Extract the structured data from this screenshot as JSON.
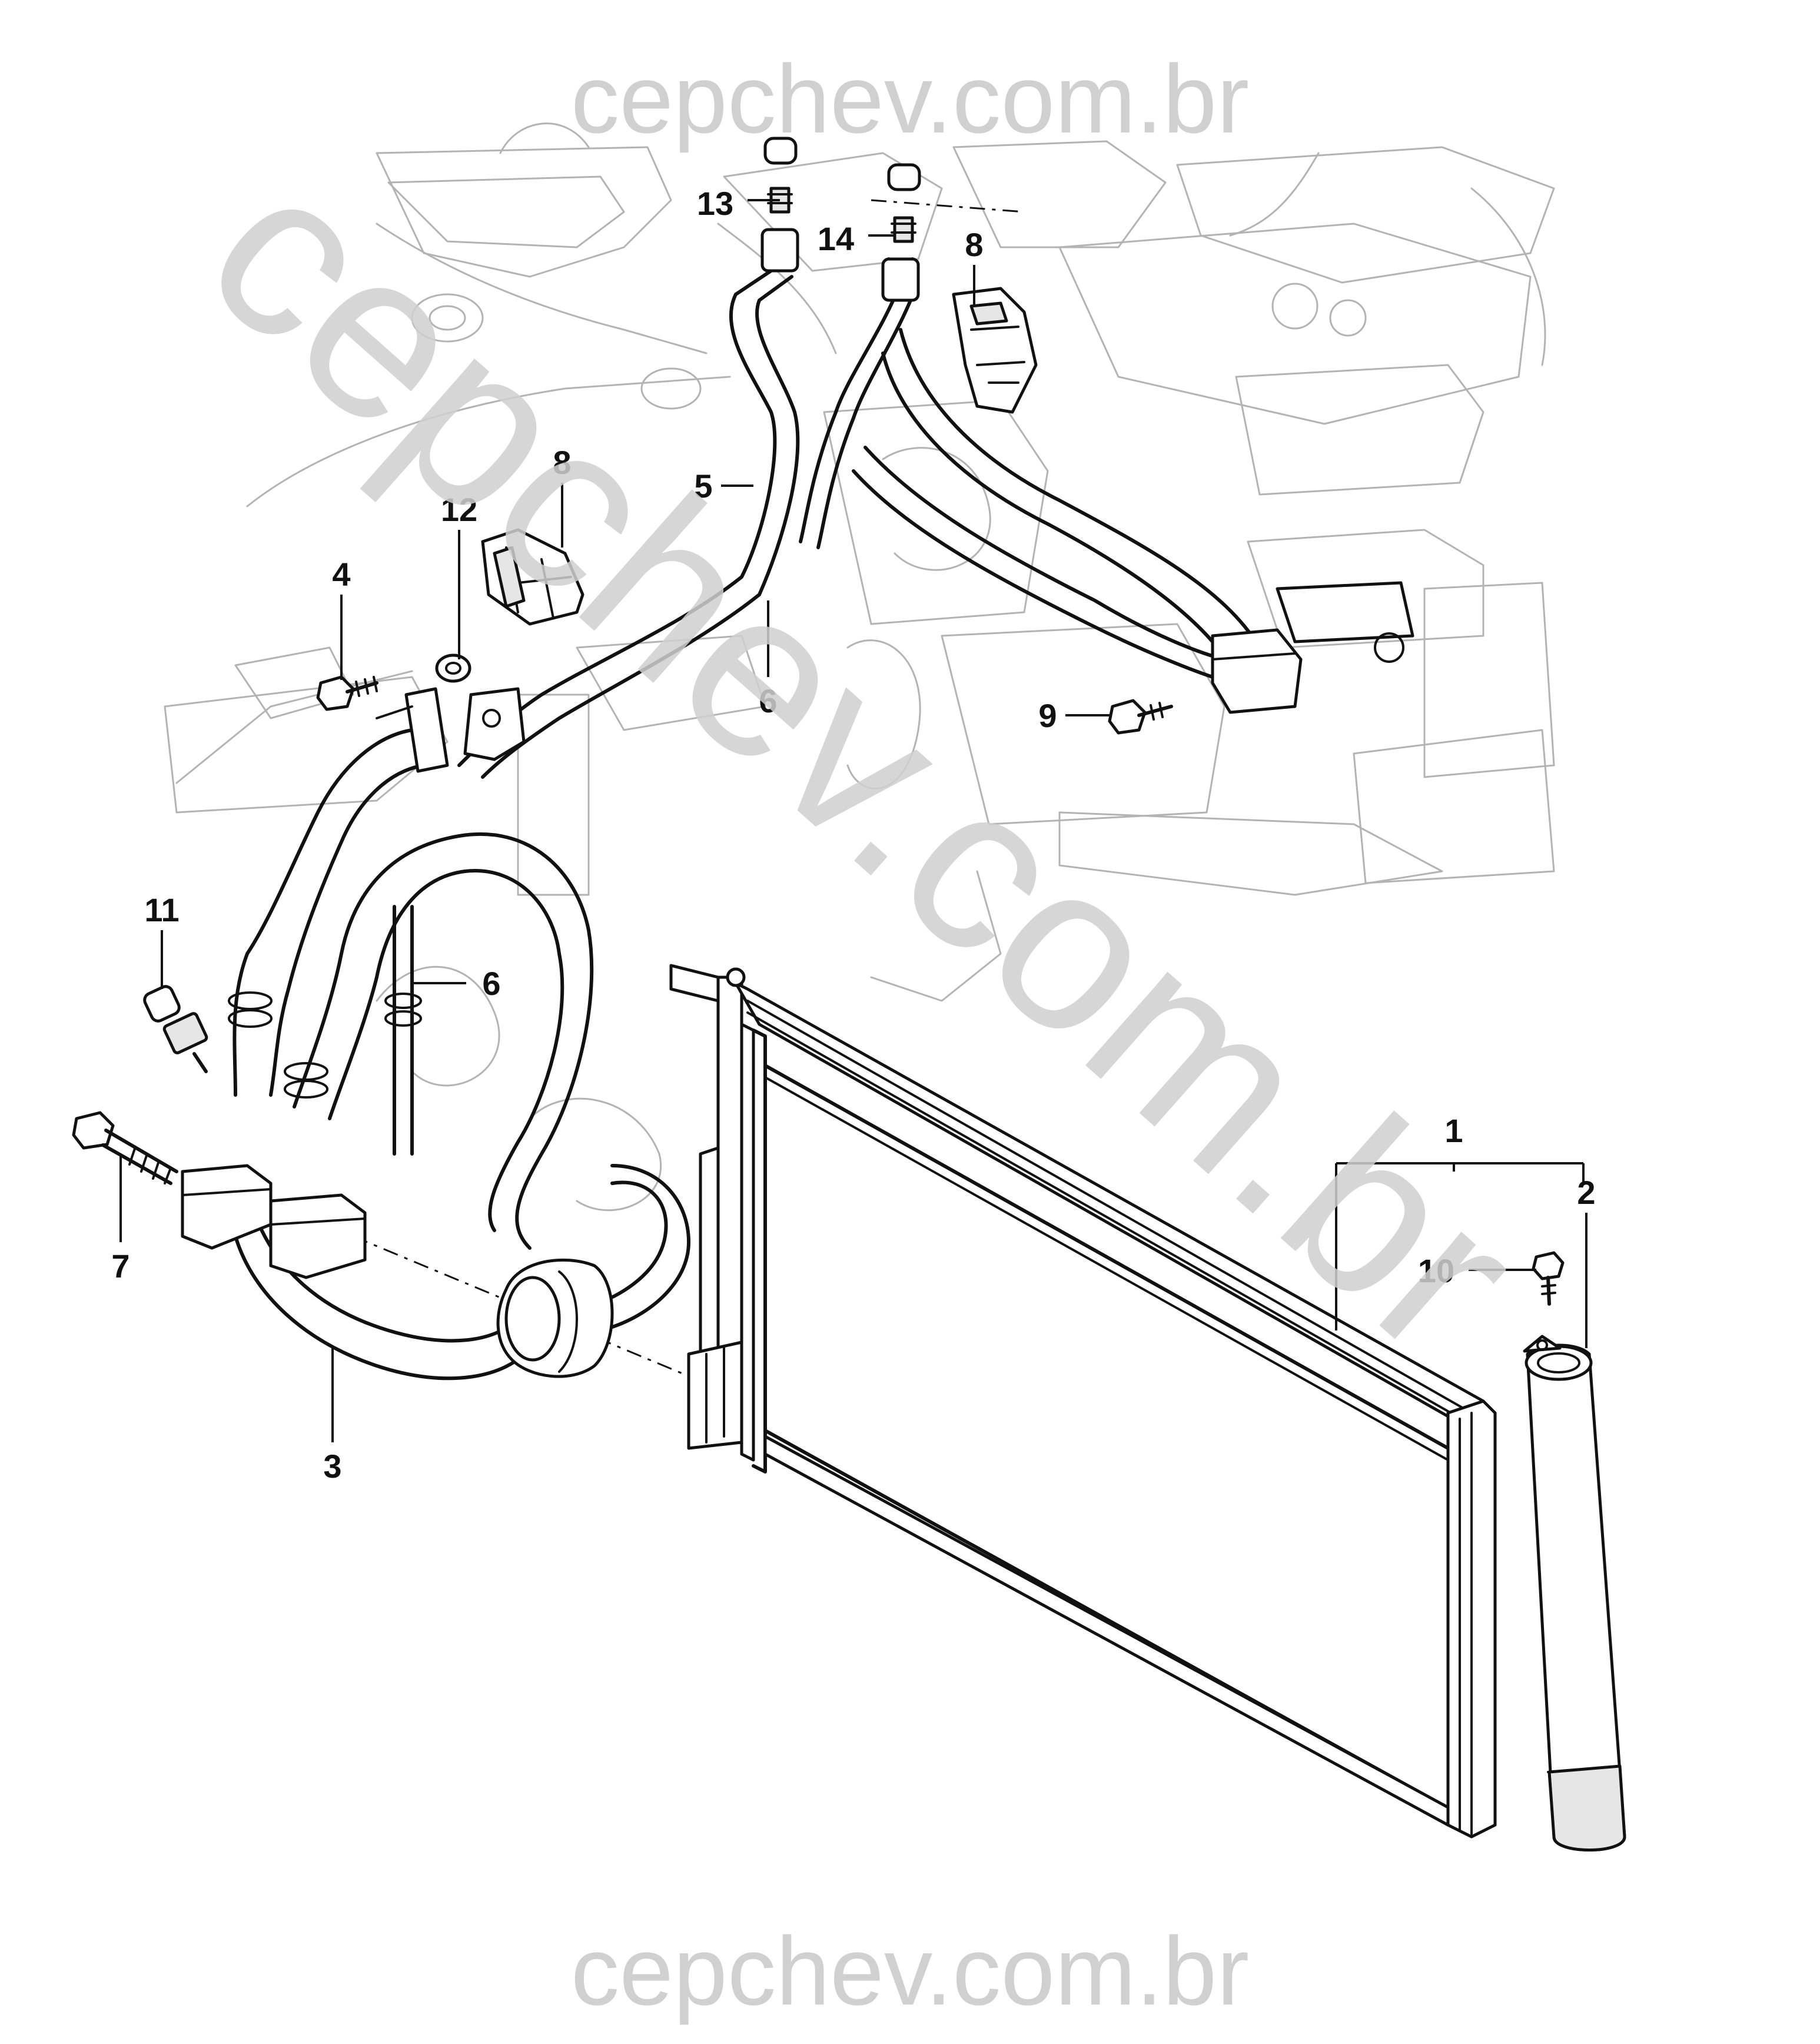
{
  "watermark": {
    "top": "cepchev.com.br",
    "bottom": "cepchev.com.br",
    "diagonal": "cepchev.com.br"
  },
  "callouts": [
    {
      "id": "c1",
      "text": "1"
    },
    {
      "id": "c2",
      "text": "2"
    },
    {
      "id": "c3",
      "text": "3"
    },
    {
      "id": "c4",
      "text": "4"
    },
    {
      "id": "c5",
      "text": "5"
    },
    {
      "id": "c6a",
      "text": "6"
    },
    {
      "id": "c6b",
      "text": "6"
    },
    {
      "id": "c7",
      "text": "7"
    },
    {
      "id": "c8a",
      "text": "8"
    },
    {
      "id": "c8b",
      "text": "8"
    },
    {
      "id": "c9",
      "text": "9"
    },
    {
      "id": "c10",
      "text": "10"
    },
    {
      "id": "c11",
      "text": "11"
    },
    {
      "id": "c12",
      "text": "12"
    },
    {
      "id": "c13",
      "text": "13"
    },
    {
      "id": "c14",
      "text": "14"
    }
  ]
}
